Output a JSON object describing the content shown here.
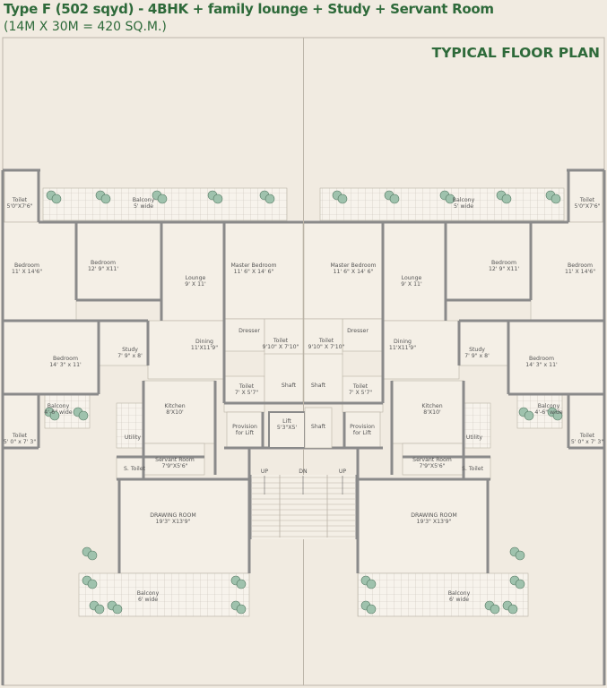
{
  "header": {
    "title": "Type F (502 sqyd) - 4BHK + family lounge + Study + Servant Room",
    "subtitle": "(14M X 30M = 420 SQ.M.)",
    "plan_label": "TYPICAL FLOOR PLAN"
  },
  "colors": {
    "heading": "#2e6a3a",
    "background": "#f1ebe1",
    "wall": "#8a8a8a",
    "plant": "#9fc2ad"
  },
  "left_unit": {
    "rooms": [
      {
        "name": "Toilet",
        "size": "5'0\"X7'6\""
      },
      {
        "name": "Balcony",
        "size": "5' wide"
      },
      {
        "name": "Bedroom",
        "size": "11' X 14'6\""
      },
      {
        "name": "Bedroom",
        "size": "12' 9\" X11'"
      },
      {
        "name": "Lounge",
        "size": "9' X 11'"
      },
      {
        "name": "Master Bedroom",
        "size": "11' 6\" X 14' 6\""
      },
      {
        "name": "Dresser",
        "size": ""
      },
      {
        "name": "Toilet",
        "size": "9'10\" X 7'10\""
      },
      {
        "name": "Study",
        "size": "7' 9\" x 8'"
      },
      {
        "name": "Dining",
        "size": "11'X11'9\""
      },
      {
        "name": "Bedroom",
        "size": "14' 3\" x 11'"
      },
      {
        "name": "Balcony",
        "size": "4'-6\" wide"
      },
      {
        "name": "Toilet",
        "size": "5' 0\" x 7' 3\""
      },
      {
        "name": "Kitchen",
        "size": "8'X10'"
      },
      {
        "name": "Utility",
        "size": ""
      },
      {
        "name": "Servant Room",
        "size": "7'9\"X5'6\""
      },
      {
        "name": "S. Toilet",
        "size": ""
      },
      {
        "name": "Toilet",
        "size": "7' X 5'7\""
      },
      {
        "name": "Shaft",
        "size": ""
      },
      {
        "name": "Provision",
        "size": "for Lift"
      },
      {
        "name": "DRAWING ROOM",
        "size": "19'3\" X13'9\""
      },
      {
        "name": "Balcony",
        "size": "6' wide"
      }
    ]
  },
  "right_unit": {
    "rooms": [
      {
        "name": "Toilet",
        "size": "5'0\"X7'6\""
      },
      {
        "name": "Balcony",
        "size": "5' wide"
      },
      {
        "name": "Bedroom",
        "size": "11' X 14'6\""
      },
      {
        "name": "Bedroom",
        "size": "12' 9\" X11'"
      },
      {
        "name": "Lounge",
        "size": "9' X 11'"
      },
      {
        "name": "Master Bedroom",
        "size": "11' 6\" X 14' 6\""
      },
      {
        "name": "Dresser",
        "size": ""
      },
      {
        "name": "Toilet",
        "size": "9'10\" X 7'10\""
      },
      {
        "name": "Study",
        "size": "7' 9\" x 8'"
      },
      {
        "name": "Dining",
        "size": "11'X11'9\""
      },
      {
        "name": "Bedroom",
        "size": "14' 3\" x 11'"
      },
      {
        "name": "Balcony",
        "size": "4'-6\" wide"
      },
      {
        "name": "Toilet",
        "size": "5' 0\" x 7' 3\""
      },
      {
        "name": "Kitchen",
        "size": "8'X10'"
      },
      {
        "name": "Utility",
        "size": ""
      },
      {
        "name": "Servant Room",
        "size": "7'9\"X5'6\""
      },
      {
        "name": "S. Toilet",
        "size": ""
      },
      {
        "name": "Toilet",
        "size": "7' X 5'7\""
      },
      {
        "name": "Shaft",
        "size": ""
      },
      {
        "name": "Provision",
        "size": "for Lift"
      },
      {
        "name": "DRAWING ROOM",
        "size": "19'3\" X13'9\""
      },
      {
        "name": "Balcony",
        "size": "6' wide"
      }
    ]
  },
  "core": {
    "lift": {
      "name": "Lift",
      "size": "5'3\"X5'"
    },
    "shaft": "Shaft",
    "stairs": {
      "up_left": "UP",
      "down": "DN",
      "up_right": "UP"
    }
  }
}
